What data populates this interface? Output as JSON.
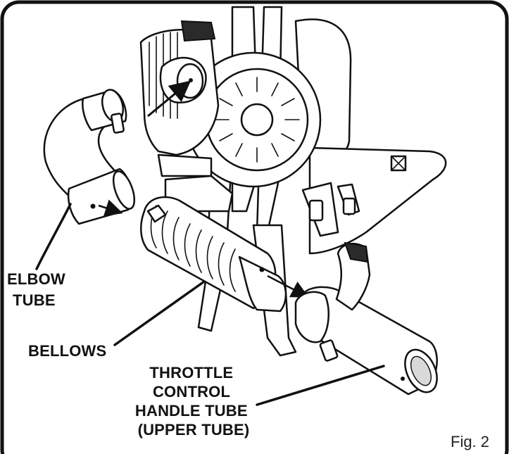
{
  "figure": {
    "caption": "Fig. 2",
    "labels": {
      "elbow_tube": [
        "ELBOW",
        "TUBE"
      ],
      "bellows": [
        "BELLOWS"
      ],
      "throttle": [
        "THROTTLE",
        "CONTROL",
        "HANDLE TUBE",
        "(UPPER TUBE)"
      ]
    }
  },
  "colors": {
    "frame": "#111111",
    "background": "#ffffff",
    "shade": "#d9d9d9"
  },
  "icons": [
    "backpack-blower-illustration",
    "assembly-arrow-icon",
    "rotation-arrow-icon"
  ]
}
